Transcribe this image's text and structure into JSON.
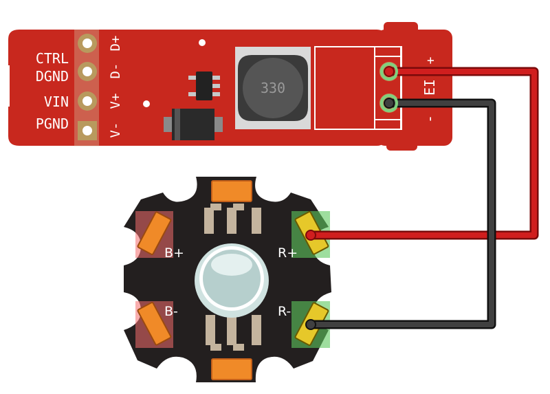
{
  "driver_board": {
    "pin_labels": [
      "CTRL",
      "DGND",
      "VIN",
      "PGND"
    ],
    "pin_labels_rotated": [
      "D+",
      "D-",
      "V+",
      "V-"
    ],
    "inductor_marking": "330",
    "output_labels": [
      "+",
      "EI",
      "-"
    ]
  },
  "led_board": {
    "pad_labels": {
      "b_plus": "B+",
      "b_minus": "B-",
      "r_plus": "R+",
      "r_minus": "R-"
    }
  },
  "colors": {
    "board_red": "#c8281e",
    "led_board": "#231f1f",
    "red_wire": "#d01e1e",
    "black_wire": "#333333",
    "pad_orange": "#f08a28",
    "pad_green_highlight": "#5ec85e",
    "pad_red_highlight": "#f46c6c",
    "lens": "#cfe2e0"
  }
}
